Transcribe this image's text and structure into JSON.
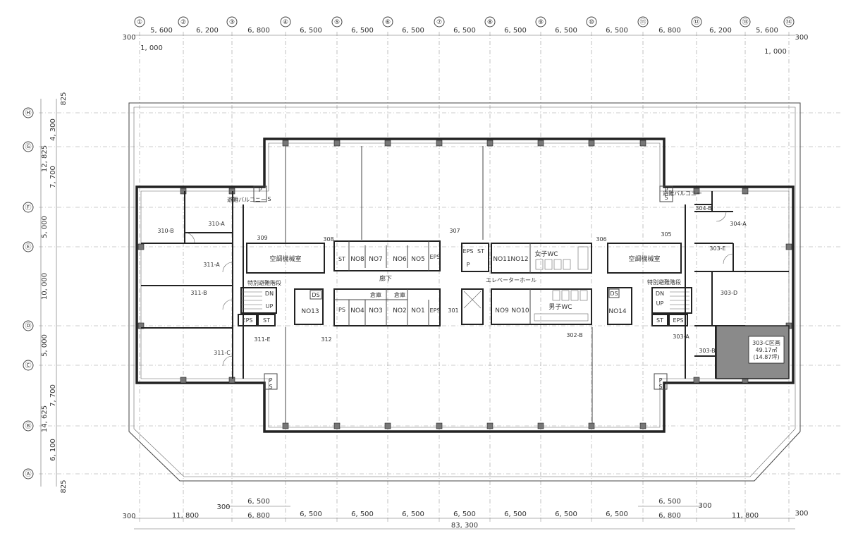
{
  "grid": {
    "x_labels": [
      "①",
      "②",
      "③",
      "④",
      "⑤",
      "⑥",
      "⑦",
      "⑧",
      "⑨",
      "⑩",
      "⑪",
      "⑫",
      "⑬",
      "⑭"
    ],
    "y_labels": [
      "Ⓗ",
      "Ⓖ",
      "Ⓕ",
      "Ⓔ",
      "Ⓓ",
      "Ⓒ",
      "Ⓑ",
      "Ⓐ"
    ]
  },
  "dims": {
    "top": [
      "5, 600",
      "6, 200",
      "6, 800",
      "6, 500",
      "6, 500",
      "6, 500",
      "6, 500",
      "6, 500",
      "6, 500",
      "6, 500",
      "6, 800",
      "6, 200",
      "5, 600"
    ],
    "top_left_300": "300",
    "top_right_300": "300",
    "top_left_1000": "1, 000",
    "top_right_1000": "1, 000",
    "left": [
      "825",
      "4, 300",
      "7, 700",
      "5, 000",
      "10, 000",
      "5, 000",
      "7, 700",
      "6, 100",
      "825"
    ],
    "left_total_1": "12, 825",
    "left_total_2": "14, 625",
    "bottom_6500_l": "6, 500",
    "bottom_300_l": "300",
    "bottom_6500_r": "6, 500",
    "bottom_300_r": "300",
    "bottom": [
      "11, 800",
      "6, 800",
      "6, 500",
      "6, 500",
      "6, 500",
      "6, 500",
      "6, 500",
      "6, 500",
      "6, 500",
      "6, 800",
      "11, 800"
    ],
    "bottom_300_a": "300",
    "bottom_300_b": "300",
    "total": "83, 300"
  },
  "rooms": {
    "r310b": "310-B",
    "r310a": "310-A",
    "r309": "309",
    "r311a": "311-A",
    "r311b": "311-B",
    "r311c": "311-C",
    "r311e": "311-E",
    "r312": "312",
    "r308": "308",
    "r307": "307",
    "r306": "306",
    "r305": "305",
    "r304b": "304-B",
    "r304a": "304-A",
    "r303e": "303-E",
    "r303d": "303-D",
    "r303a": "303-A",
    "r303b": "303-B",
    "r302b": "302-B",
    "r301": "301",
    "ac_left": "空調機械室",
    "ac_right": "空調機械室",
    "corridor": "廊下",
    "evhall": "エレベーターホール",
    "wc_f": "女子WC",
    "wc_m": "男子WC",
    "store1": "倉庫",
    "store2": "倉庫",
    "stair_l": "特別避難階段",
    "stair_r": "特別避難階段",
    "balc_l": "避難バルコニー",
    "balc_r": "避難バルコニー",
    "no8": "NO8",
    "no7": "NO7",
    "no6": "NO6",
    "no5": "NO5",
    "no4": "NO4",
    "no3": "NO3",
    "no2": "NO2",
    "no1": "NO1",
    "no11": "NO11",
    "no12": "NO12",
    "no9": "NO9",
    "no10": "NO10",
    "no13": "NO13",
    "no14": "NO14",
    "eps": "EPS",
    "st": "ST",
    "ps": "PS",
    "ds": "DS",
    "dn": "DN",
    "up": "UP",
    "p": "P",
    "s": "S"
  },
  "highlight": {
    "label": "303-C区画",
    "area": "49.17㎡",
    "tsubo": "(14.87坪)",
    "fill": "#8a8a8a"
  }
}
